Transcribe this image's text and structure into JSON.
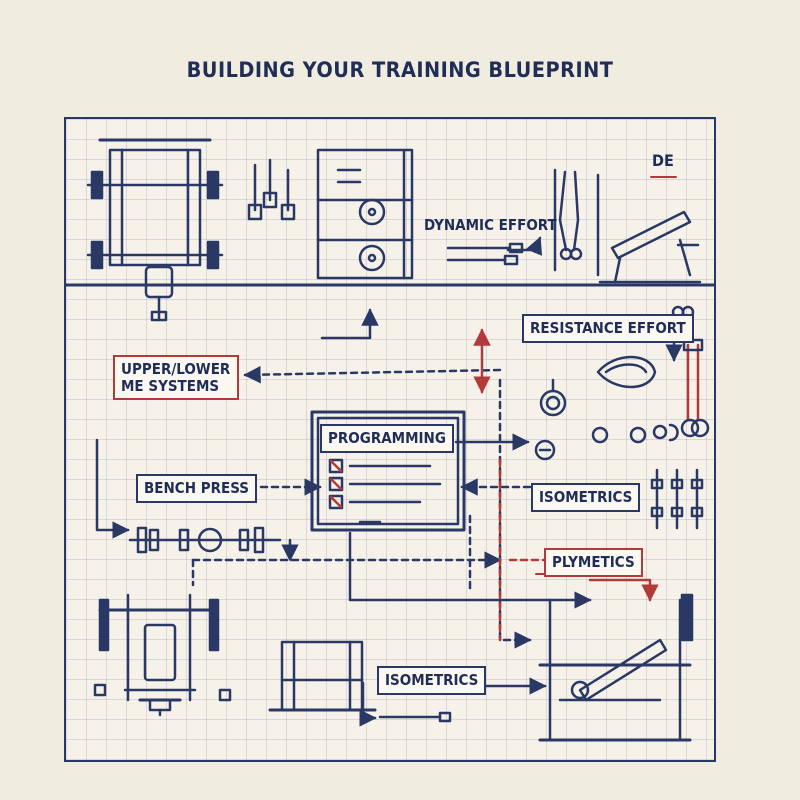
{
  "title": "BUILDING YOUR TRAINING BLUEPRINT",
  "labels": {
    "de": "DE",
    "dynamic_effort": "DYNAMIC EFFORT",
    "resistance_effort": "RESISTANCE EFFORT",
    "upper_lower_line1": "UPPER/LOWER",
    "upper_lower_line2": "ME SYSTEMS",
    "programming": "PROGRAMMING",
    "bench_press": "BENCH PRESS",
    "isometrics_right": "ISOMETRICS",
    "plymetics": "PLYMETICS",
    "isometrics_bottom": "ISOMETRICS"
  },
  "colors": {
    "ink": "#2a3865",
    "accent_red": "#b23a3a",
    "paper": "#f1ece0"
  }
}
